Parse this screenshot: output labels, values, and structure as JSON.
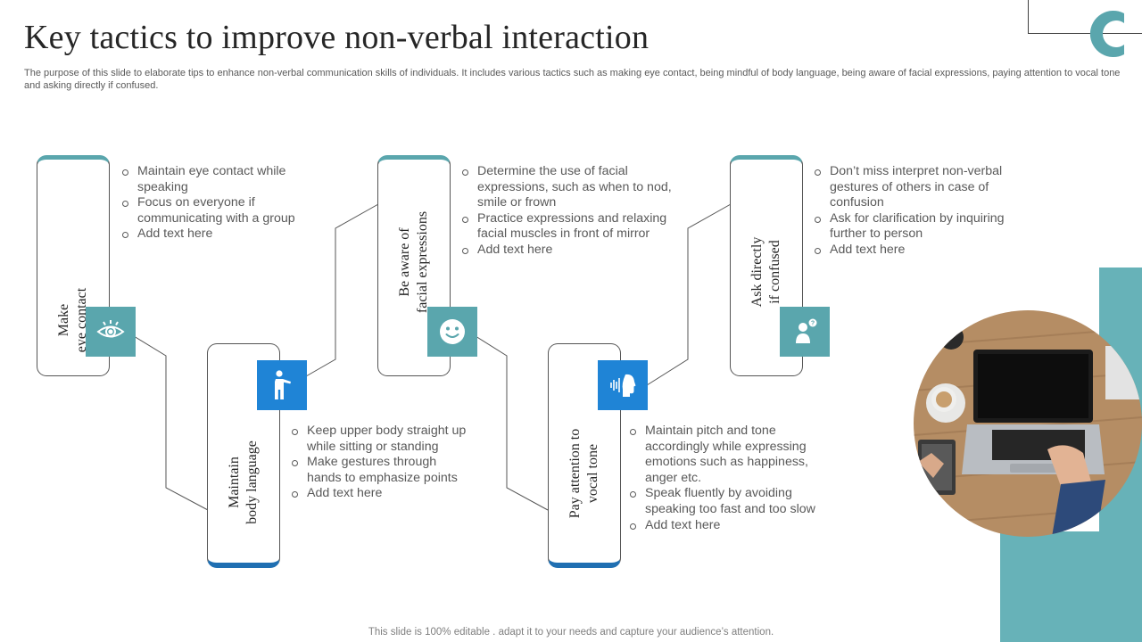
{
  "header": {
    "title": "Key tactics to improve non-verbal interaction",
    "subtitle": "The purpose of this slide to elaborate tips to enhance non-verbal communication skills of individuals. It includes various tactics such as making eye contact, being mindful of body language, being aware of facial expressions, paying attention to vocal tone and asking directly if confused."
  },
  "tactics": [
    {
      "label": "Make\neye contact",
      "icon": "eye-icon",
      "bullets": [
        "Maintain eye contact while speaking",
        "Focus on everyone if communicating with a group",
        "Add text here"
      ]
    },
    {
      "label": "Maintain\nbody language",
      "icon": "person-pointing-icon",
      "bullets": [
        "Keep upper body straight up while sitting or standing",
        "Make gestures through hands to emphasize points",
        "Add text here"
      ]
    },
    {
      "label": "Be aware of\nfacial expressions",
      "icon": "smiley-face-icon",
      "bullets": [
        "Determine the use of facial expressions, such as when to nod, smile or frown",
        "Practice expressions and relaxing facial muscles in front of mirror",
        "Add text here"
      ]
    },
    {
      "label": "Pay attention to\nvocal tone",
      "icon": "voice-wave-icon",
      "bullets": [
        "Maintain pitch and tone accordingly while expressing emotions such as happiness, anger etc.",
        "Speak fluently by avoiding speaking too fast and too slow",
        "Add text here"
      ]
    },
    {
      "label": "Ask directly\nif confused",
      "icon": "person-question-icon",
      "bullets": [
        "Don’t miss interpret non-verbal gestures of others in case of confusion",
        "Ask for clarification by inquiring further to person",
        "Add text here"
      ]
    }
  ],
  "footer": {
    "text": "This slide is 100% editable . adapt it to your needs and capture your audience’s attention."
  },
  "colors": {
    "teal": "#5aa6ad",
    "blue": "#1f84d6",
    "dark_blue": "#1f6fb2"
  }
}
